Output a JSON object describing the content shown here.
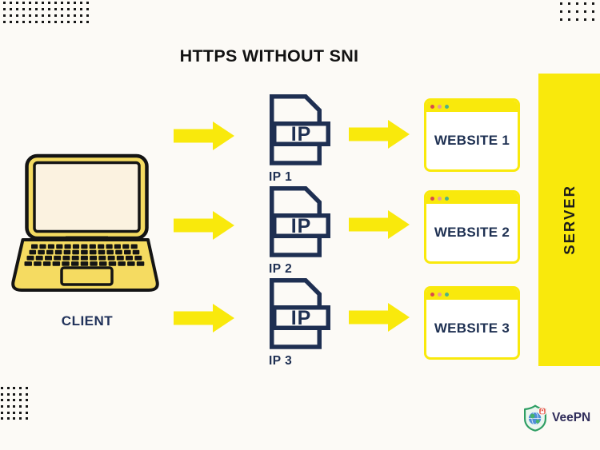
{
  "title": "HTTPS WITHOUT SNI",
  "client": {
    "label": "CLIENT"
  },
  "server": {
    "label": "SERVER"
  },
  "flows": [
    {
      "ip_badge": "IP",
      "ip_label": "IP 1",
      "website": "WEBSITE 1"
    },
    {
      "ip_badge": "IP",
      "ip_label": "IP 2",
      "website": "WEBSITE 2"
    },
    {
      "ip_badge": "IP",
      "ip_label": "IP 3",
      "website": "WEBSITE 3"
    }
  ],
  "brand": {
    "name": "VeePN"
  },
  "colors": {
    "background": "#FCFAF6",
    "accent_yellow": "#F9E90C",
    "laptop_yellow": "#F5DB61",
    "navy": "#1E2F52",
    "title_black": "#121212",
    "window_dot_red": "#D94C4A",
    "window_dot_pink": "#E89B95",
    "window_dot_green": "#4FB286",
    "brand_green": "#2E9E63",
    "brand_badge_red": "#E85B4E"
  }
}
